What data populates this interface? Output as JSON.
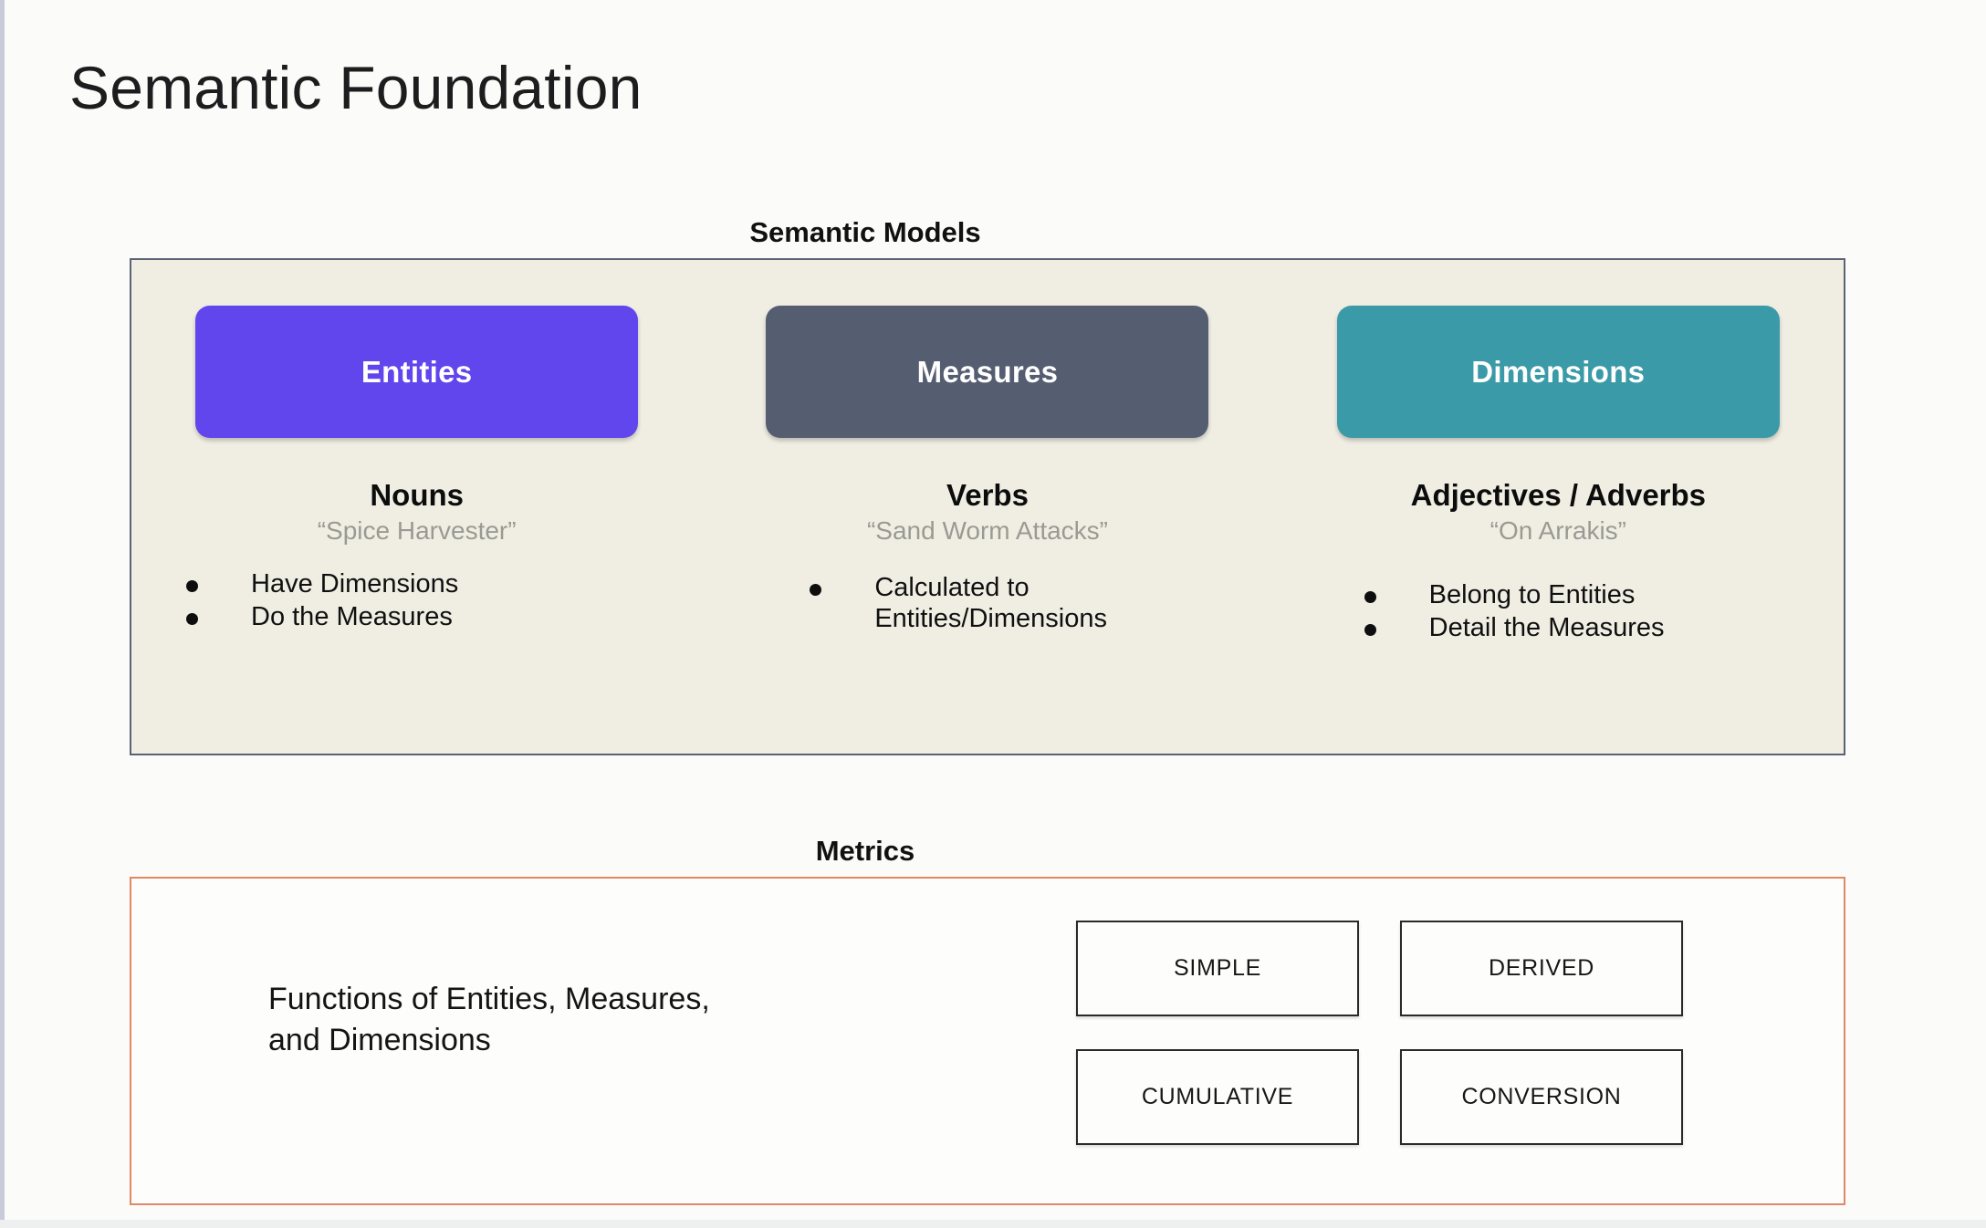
{
  "slide": {
    "title": "Semantic Foundation",
    "background_color": "#fbfcf9"
  },
  "semantic_models": {
    "heading": "Semantic Models",
    "panel_background": "#f0eee3",
    "panel_border_color": "#5b6273",
    "columns": [
      {
        "chip_label": "Entities",
        "chip_color": "#6145ed",
        "part_of_speech": "Nouns",
        "example": "“Spice Harvester”",
        "bullets": [
          "Have Dimensions",
          "Do the Measures"
        ]
      },
      {
        "chip_label": "Measures",
        "chip_color": "#555e71",
        "part_of_speech": "Verbs",
        "example": "“Sand Worm Attacks”",
        "bullets": [
          "Calculated to\nEntities/Dimensions"
        ]
      },
      {
        "chip_label": "Dimensions",
        "chip_color": "#3b9aa7",
        "part_of_speech": "Adjectives / Adverbs",
        "example": "“On Arrakis”",
        "bullets": [
          "Belong to Entities",
          "Detail the Measures"
        ]
      }
    ]
  },
  "metrics": {
    "heading": "Metrics",
    "panel_border_color": "#e28763",
    "description": "Functions of Entities, Measures,\nand Dimensions",
    "types": [
      "SIMPLE",
      "DERIVED",
      "CUMULATIVE",
      "CONVERSION"
    ]
  }
}
